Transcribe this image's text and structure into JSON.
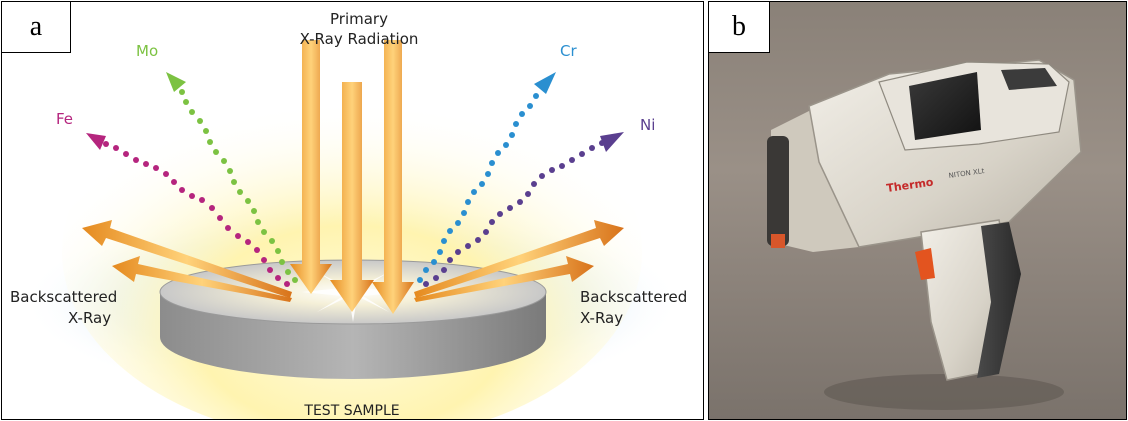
{
  "panel_a": {
    "label": "a",
    "primary": [
      "Primary",
      "X-Ray Radiation"
    ],
    "backscatter_left": [
      "Backscattered",
      "X-Ray"
    ],
    "backscatter_right": [
      "Backscattered",
      "X-Ray"
    ],
    "sample": "TEST SAMPLE",
    "elements": [
      {
        "symbol": "Fe",
        "color": "#b5257e"
      },
      {
        "symbol": "Mo",
        "color": "#7cc242"
      },
      {
        "symbol": "Cr",
        "color": "#2a8fd0"
      },
      {
        "symbol": "Ni",
        "color": "#5a3f8f"
      }
    ]
  },
  "panel_b": {
    "label": "b",
    "brand": "Thermo",
    "model": "NITON XLt"
  }
}
